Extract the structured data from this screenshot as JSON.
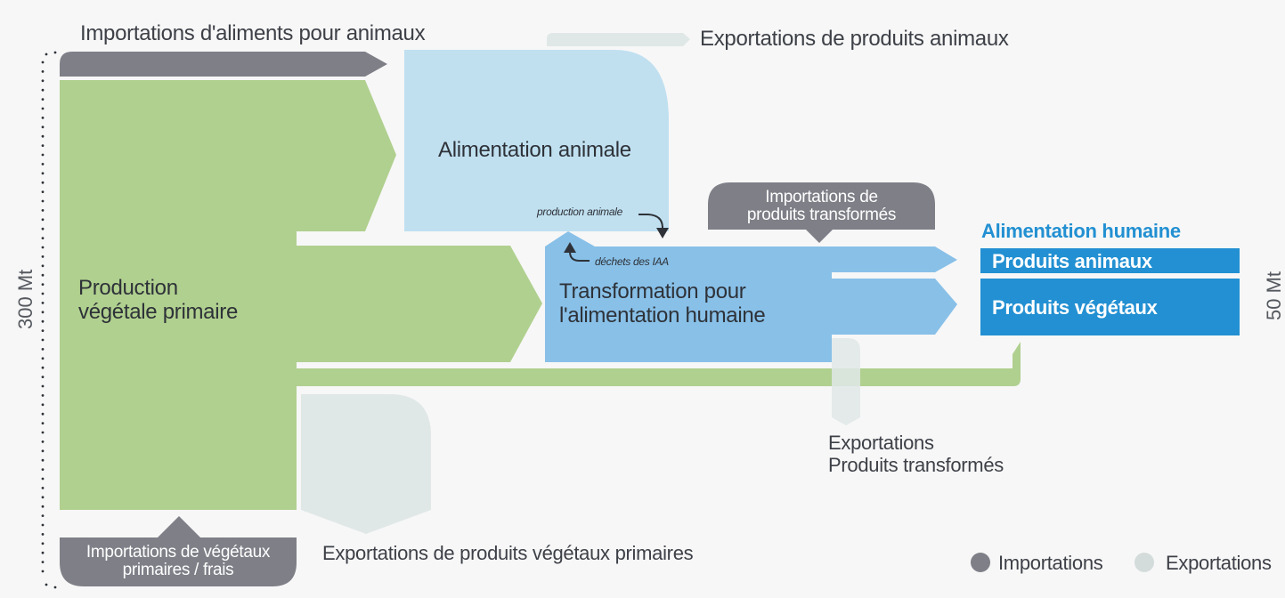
{
  "colors": {
    "background": "#f7f7f7",
    "imports": "#7e7f87",
    "exports": "#e0e7e7",
    "primary_production": "#b0d08f",
    "animal_feed": "#c0e0f0",
    "processing": "#88c0e8",
    "human_food": "#2290d2",
    "text": "#3d4047",
    "dotted_axis": "#2e3238"
  },
  "flows": {
    "imports_feed": "Importations d'aliments pour animaux",
    "exports_animal": "Exportations de produits animaux",
    "imports_processed_line1": "Importations de",
    "imports_processed_line2": "produits transformés",
    "imports_plants_line1": "Importations de végétaux",
    "imports_plants_line2": "primaires / frais",
    "exports_plants": "Exportations de produits végétaux primaires",
    "exports_processed_line1": "Exportations",
    "exports_processed_line2": "Produits transformés",
    "production_animale": "production animale",
    "dechets_iaa": "déchets des IAA"
  },
  "nodes": {
    "production_line1": "Production",
    "production_line2": "végétale primaire",
    "animal_feed": "Alimentation animale",
    "processing_line1": "Transformation pour",
    "processing_line2": "l'alimentation humaine",
    "human_food_title": "Alimentation humaine",
    "animal_products": "Produits animaux",
    "plant_products": "Produits végétaux"
  },
  "scale": {
    "left": "300 Mt",
    "right": "50 Mt"
  },
  "legend": {
    "imports": "Importations",
    "exports": "Exportations"
  }
}
